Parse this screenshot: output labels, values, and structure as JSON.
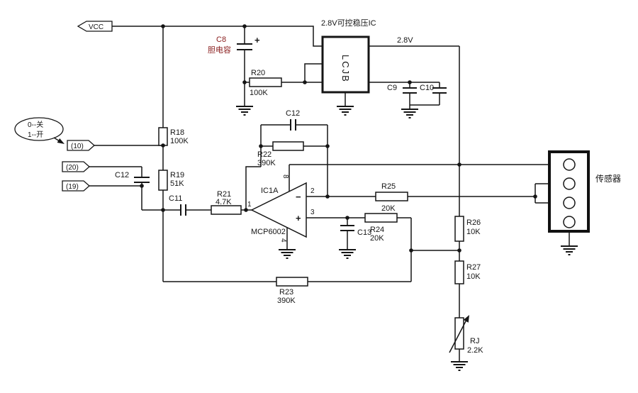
{
  "power": {
    "vcc_label": "VCC",
    "regulator_title": "2.8V可控稳压IC",
    "regulator_name": "LCJB",
    "rail_label": "2.8V"
  },
  "note_bubble": {
    "line1": "0--关",
    "line2": "1--开"
  },
  "tags": {
    "t10": "(10)",
    "t20": "(20)",
    "t19": "(19)"
  },
  "opamp": {
    "name": "IC1A",
    "part": "MCP6002",
    "pin_out": "1",
    "pin_inv": "2",
    "pin_noninv": "3",
    "pin_vdd": "8",
    "pin_vss": "4",
    "minus": "−",
    "plus": "+"
  },
  "components": {
    "c8": {
      "ref": "C8",
      "note": "胆电容",
      "plus": "+"
    },
    "r20": {
      "ref": "R20",
      "value": "100K"
    },
    "c9": {
      "ref": "C9"
    },
    "c10": {
      "ref": "C10"
    },
    "r18": {
      "ref": "R18",
      "value": "100K"
    },
    "r19": {
      "ref": "R19",
      "value": "51K"
    },
    "c12_left": {
      "ref": "C12"
    },
    "c11": {
      "ref": "C11"
    },
    "r21": {
      "ref": "R21",
      "value": "4.7K"
    },
    "c12_top": {
      "ref": "C12"
    },
    "r22": {
      "ref": "R22",
      "value": "390K"
    },
    "r23": {
      "ref": "R23",
      "value": "390K"
    },
    "r24": {
      "ref": "R24",
      "value": "20K"
    },
    "r25": {
      "ref": "R25",
      "value": "20K"
    },
    "c13": {
      "ref": "C13"
    },
    "r26": {
      "ref": "R26",
      "value": "10K"
    },
    "r27": {
      "ref": "R27",
      "value": "10K"
    },
    "rj": {
      "ref": "RJ",
      "value": "2.2K"
    }
  },
  "sensor": {
    "label": "传感器"
  },
  "colors": {
    "line": "#151515",
    "cap_label": "#8b2020",
    "background": "#ffffff"
  }
}
